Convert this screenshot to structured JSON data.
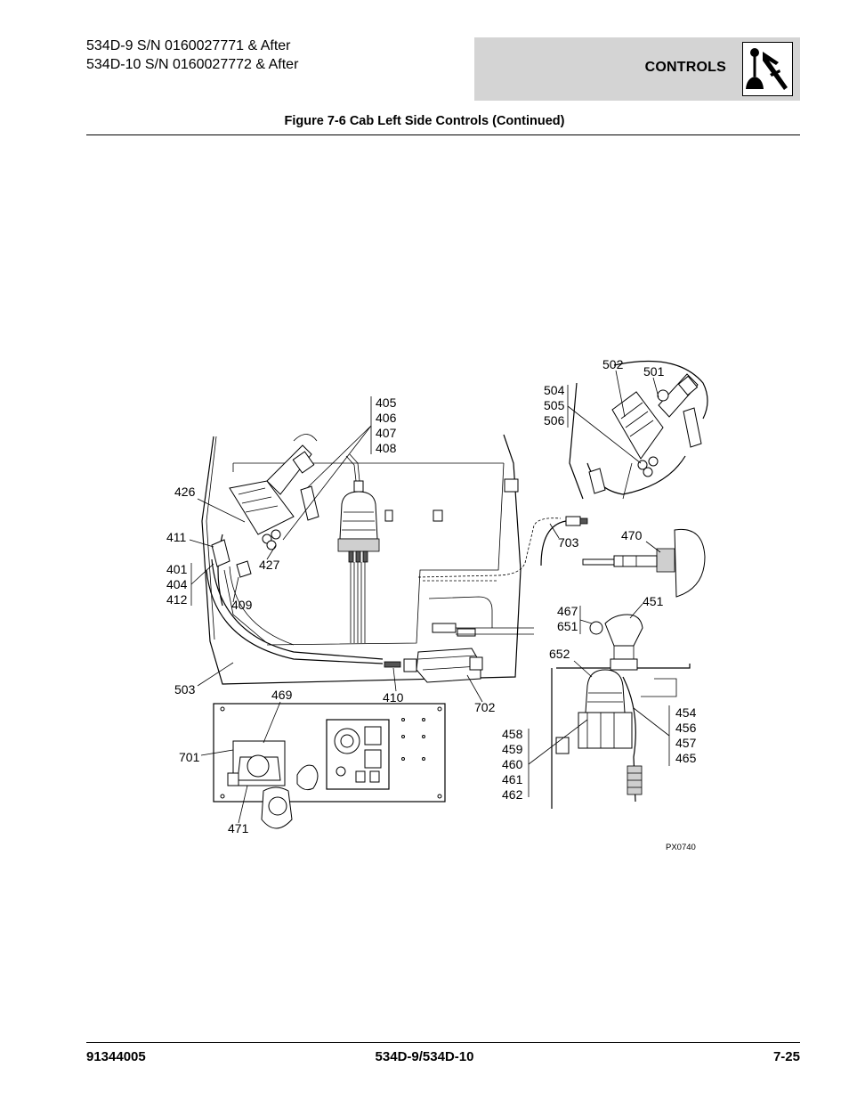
{
  "header": {
    "model_line_1": "534D-9 S/N 0160027771 & After",
    "model_line_2": "534D-10 S/N 0160027772 & After",
    "section": "CONTROLS",
    "section_icon": "joystick-lever-icon"
  },
  "figure": {
    "title": "Figure 7-6 Cab Left Side Controls (Continued)",
    "drawing_id": "PX0740"
  },
  "callouts": {
    "c405": "405",
    "c406": "406",
    "c407": "407",
    "c408": "408",
    "c426": "426",
    "c411": "411",
    "c401": "401",
    "c404": "404",
    "c412": "412",
    "c427": "427",
    "c409": "409",
    "c503": "503",
    "c410": "410",
    "c702": "702",
    "c469": "469",
    "c701": "701",
    "c471": "471",
    "c502": "502",
    "c501": "501",
    "c504": "504",
    "c505": "505",
    "c506": "506",
    "c703": "703",
    "c470": "470",
    "c467": "467",
    "c651": "651",
    "c451": "451",
    "c652": "652",
    "c454": "454",
    "c456": "456",
    "c457": "457",
    "c465": "465",
    "c458": "458",
    "c459": "459",
    "c460": "460",
    "c461": "461",
    "c462": "462"
  },
  "footer": {
    "part_number": "91344005",
    "model": "534D-9/534D-10",
    "page": "7-25"
  }
}
